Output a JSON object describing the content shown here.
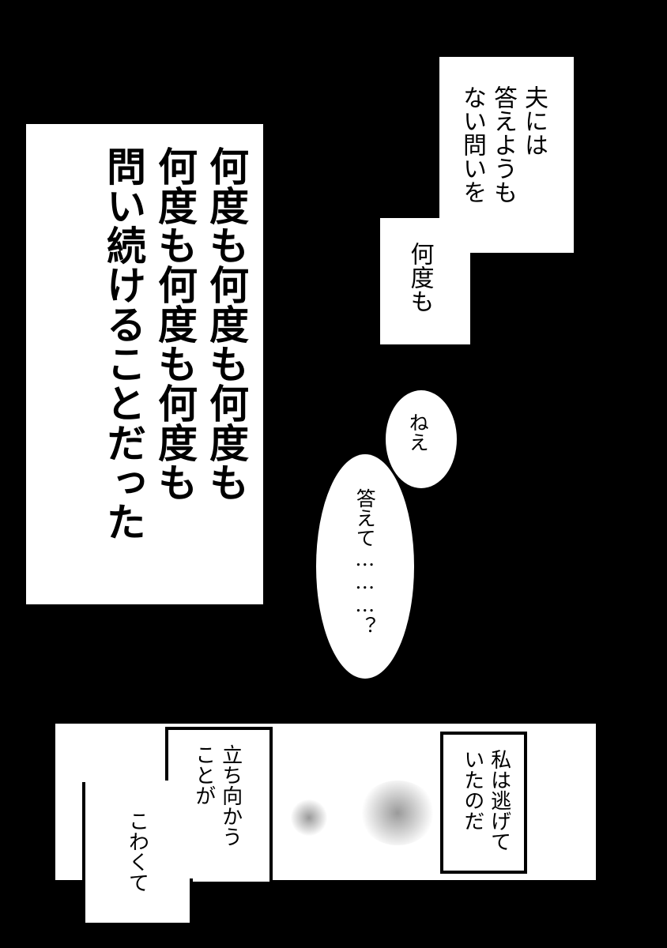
{
  "panel_top": {
    "big_caption": "何度も何度も何度も\n何度も何度も何度も\n問い続けることだった",
    "caption_upper": "夫には\n答えようも\nない問いを",
    "caption_lower": "何度も",
    "bubble_small": "ねえ",
    "bubble_large": "答えて………？"
  },
  "panel_bottom": {
    "caption_right": "私は逃げて\nいたのだ",
    "caption_left_upper": "立ち向かう\nことが",
    "caption_left_lower": "こわくて"
  },
  "colors": {
    "background": "#000000",
    "paper": "#ffffff",
    "ink": "#000000"
  }
}
